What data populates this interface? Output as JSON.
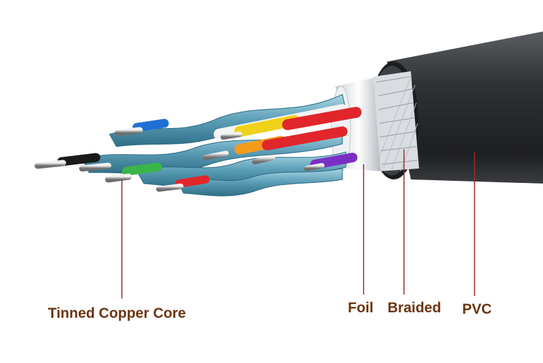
{
  "labels": {
    "core": "Tinned Copper Core",
    "foil": "Foil",
    "braided": "Braided",
    "pvc": "PVC"
  },
  "colors": {
    "label_text": "#6b3410",
    "leader_line": "#9a2a2a",
    "jacket": "#2b2d30",
    "foil": "#e8ebee",
    "pair_shield": "#6fb0c8",
    "wire_blue": "#1f6fd6",
    "wire_yellow": "#f1d21a",
    "wire_red": "#e0262b",
    "wire_orange": "#f39a1b",
    "wire_green": "#3ab54a",
    "wire_purple": "#7a2fc4",
    "wire_black": "#1a1a1a",
    "wire_white": "#f4f4f4"
  }
}
